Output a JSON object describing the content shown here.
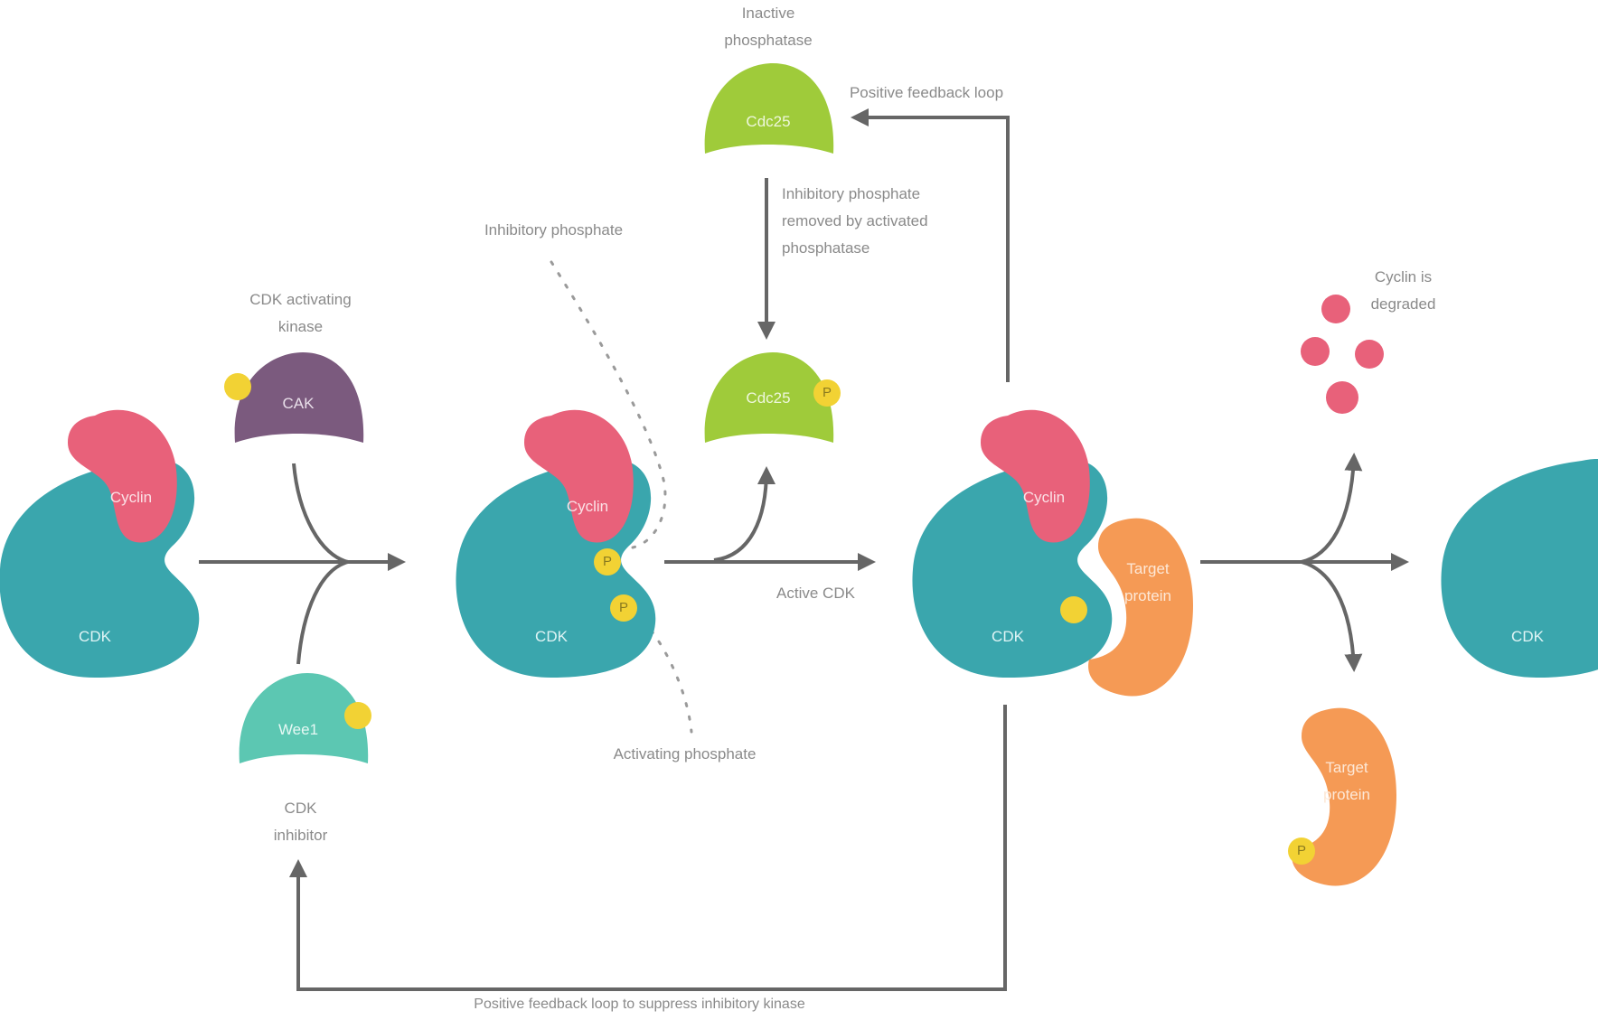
{
  "molecules": {
    "cdk": "CDK",
    "cyclin": "Cyclin",
    "cak": "CAK",
    "wee1": "Wee1",
    "cdc25": "Cdc25",
    "target_protein": "Target\nprotein",
    "phosphate": "P"
  },
  "labels": {
    "cdk_activating_kinase": "CDK activating\nkinase",
    "cdk_inhibitor": "CDK\ninhibitor",
    "inhibitory_phosphate": "Inhibitory phosphate",
    "activating_phosphate": "Activating phosphate",
    "inactive_phosphatase": "Inactive\nphosphatase",
    "positive_feedback_loop": "Positive feedback loop",
    "inhibitory_removed": "Inhibitory phosphate\nremoved by activated\nphosphatase",
    "active_cdk": "Active CDK",
    "cyclin_degraded": "Cyclin is\ndegraded",
    "bottom_feedback": "Positive feedback loop to suppress inhibitory kinase"
  },
  "colors": {
    "cdk": "#3aa6ad",
    "cyclin": "#e8617a",
    "cak": "#7b5a7e",
    "wee1": "#5cc7b2",
    "cdc25": "#9fcb3a",
    "target": "#f59a55",
    "phosphate": "#f2d234",
    "arrow": "#666666"
  }
}
